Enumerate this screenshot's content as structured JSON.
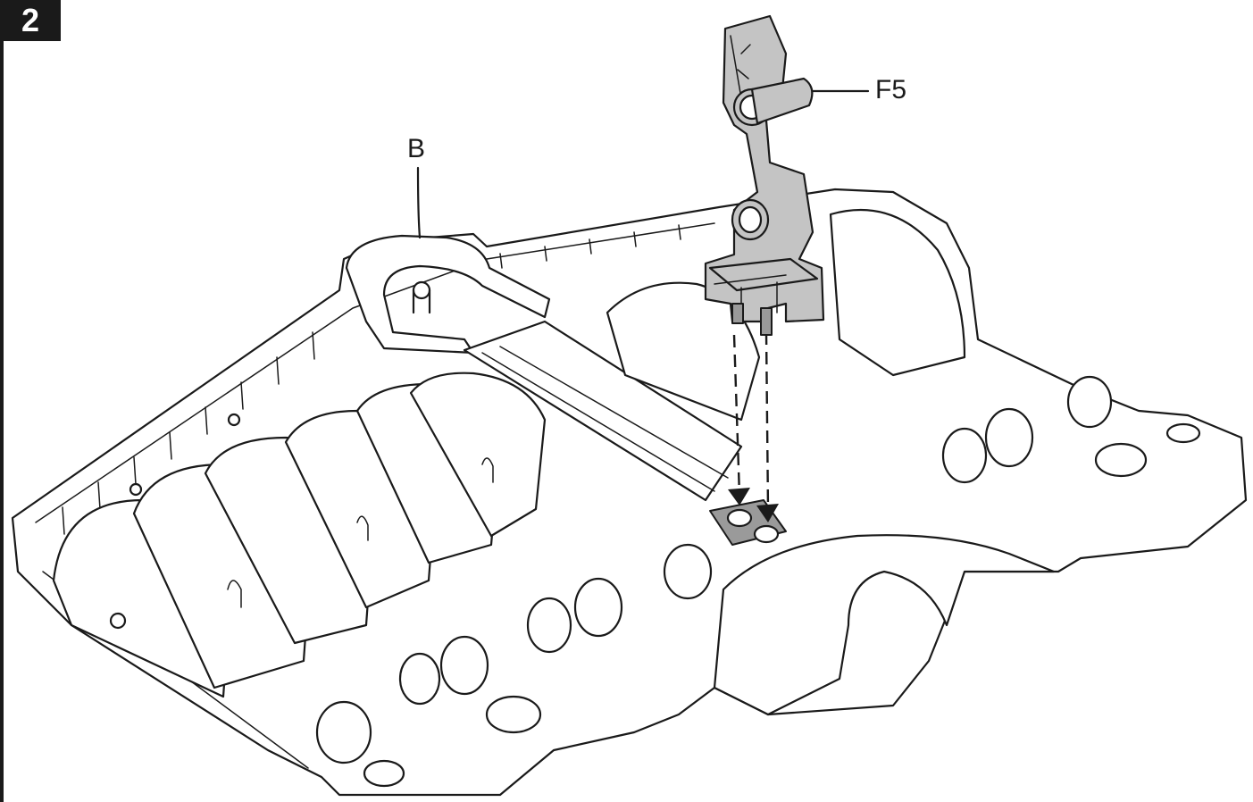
{
  "step": {
    "number": "2"
  },
  "callouts": {
    "part_f5": "F5",
    "part_b": "B"
  }
}
